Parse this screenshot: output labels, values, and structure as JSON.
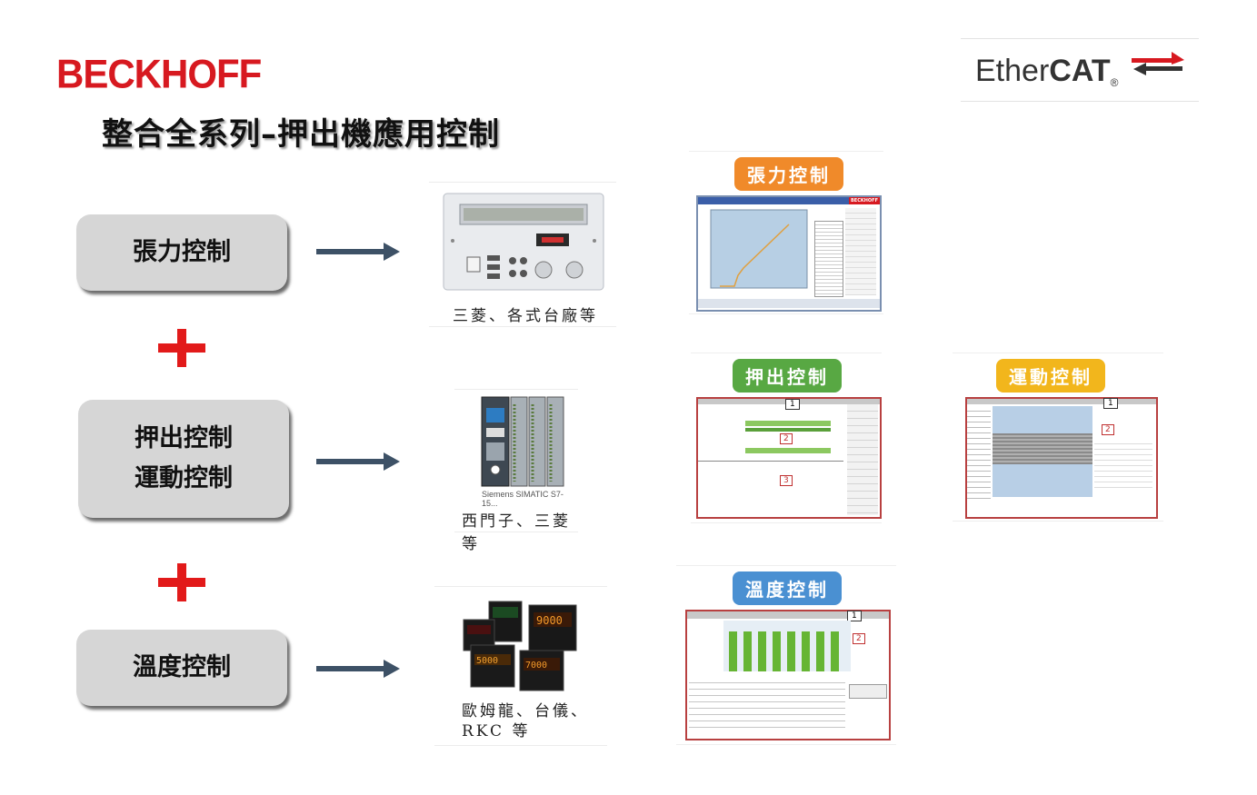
{
  "header": {
    "brand": "BECKHOFF",
    "title": "整合全系列–押出機應用控制",
    "partner_logo": {
      "prefix": "Ether",
      "bold": "CAT",
      "mark": "®"
    }
  },
  "left": {
    "box1": "張力控制",
    "box2_line1": "押出控制",
    "box2_line2": "運動控制",
    "box3": "溫度控制"
  },
  "products": {
    "tension_caption": "三菱、各式台廠等",
    "plc_label": "Siemens SIMATIC S7-15...",
    "plc_caption": "西門子、三菱等",
    "temp_caption_line1": "歐姆龍、台儀、",
    "temp_caption_line2": "RKC 等"
  },
  "screens": {
    "tension_tag": "張力控制",
    "extrusion_tag": "押出控制",
    "motion_tag": "運動控制",
    "temperature_tag": "溫度控制",
    "screen_brand": "BECKHOFF",
    "marker_1": "1",
    "marker_2": "2",
    "marker_3": "3"
  },
  "colors": {
    "brand_red": "#d71920",
    "tension_tag": "#f08a2a",
    "extrusion_tag": "#58a843",
    "motion_tag": "#f2b61c",
    "temperature_tag": "#4a90d2"
  }
}
